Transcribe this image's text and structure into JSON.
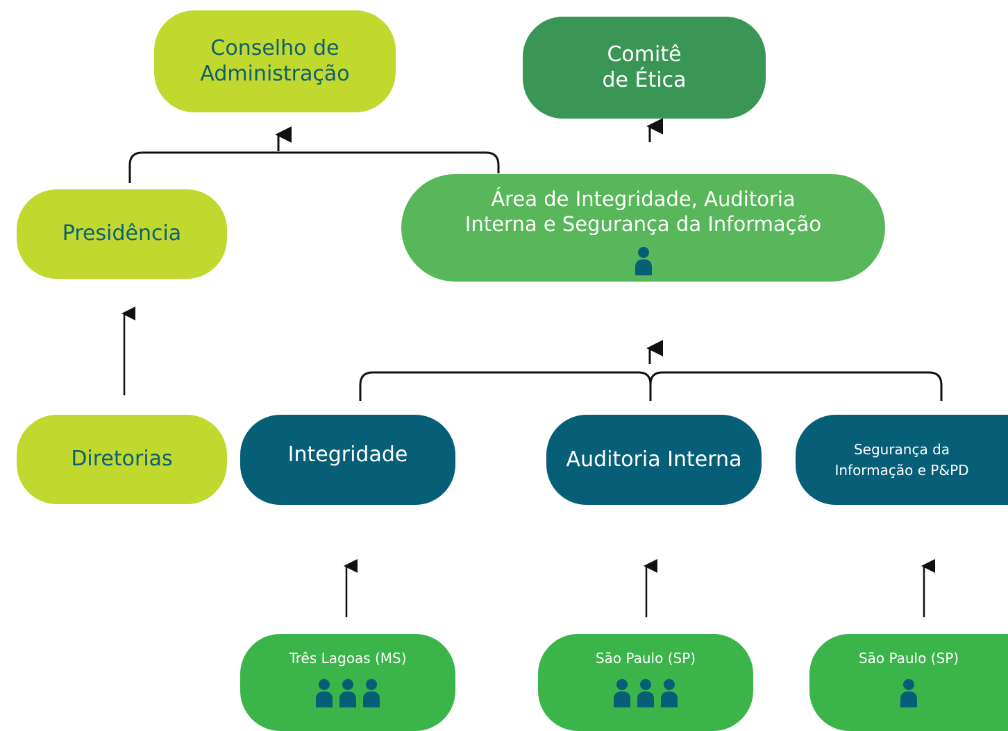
{
  "nodes": {
    "conselho": {
      "line1": "Conselho de",
      "line2": "Administração"
    },
    "comite": {
      "line1": "Comitê",
      "line2": "de Ética"
    },
    "presidencia": {
      "label": "Presidência"
    },
    "area_integridade": {
      "line1": "Área de Integridade, Auditoria",
      "line2": "Interna e Segurança da Informação",
      "people": 1
    },
    "diretorias": {
      "label": "Diretorias"
    },
    "integridade": {
      "label": "Integridade"
    },
    "auditoria_interna": {
      "label": "Auditoria Interna"
    },
    "seguranca": {
      "line1": "Segurança da",
      "line2": "Informação e P&PD"
    },
    "tres_lagoas": {
      "label": "Três Lagoas (MS)",
      "people": 3
    },
    "sao_paulo_1": {
      "label": "São Paulo (SP)",
      "people": 3
    },
    "sao_paulo_2": {
      "label": "São Paulo (SP)",
      "people": 1
    }
  },
  "colors": {
    "lime": "#c1d82e",
    "lime_text": "#0d5f72",
    "dark_green": "#3a9655",
    "mid_green": "#57b75a",
    "teal": "#075e77",
    "bright_green": "#3bb44a",
    "person_icon": "#075e77",
    "connector": "#111111"
  }
}
